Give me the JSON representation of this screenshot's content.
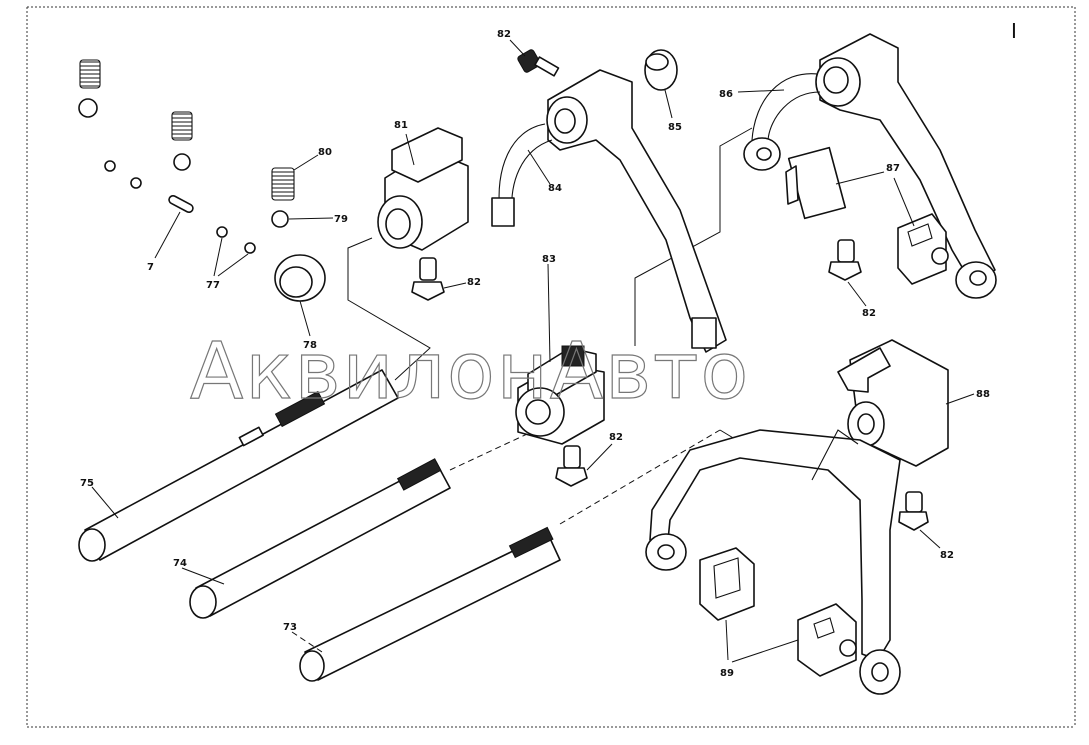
{
  "sheet_number": "I",
  "watermark": "АквилонАвто",
  "callouts": {
    "c7": "7",
    "c73": "73",
    "c74": "74",
    "c75": "75",
    "c77": "77",
    "c78": "78",
    "c79": "79",
    "c80": "80",
    "c81": "81",
    "c82a": "82",
    "c82b": "82",
    "c82c": "82",
    "c82d": "82",
    "c82e": "82",
    "c83": "83",
    "c84": "84",
    "c85": "85",
    "c86": "86",
    "c87": "87",
    "c88": "88",
    "c89": "89"
  }
}
